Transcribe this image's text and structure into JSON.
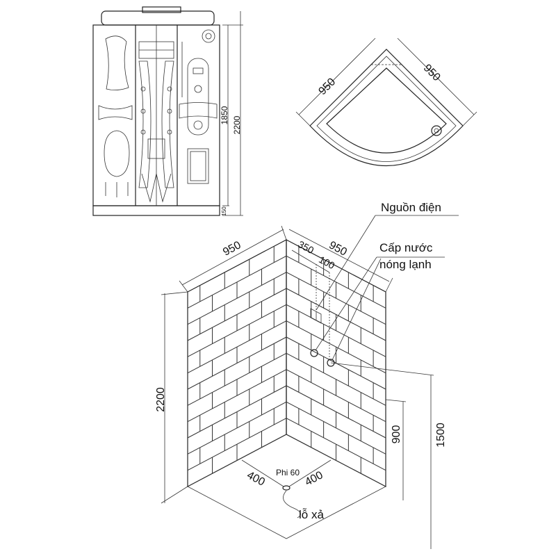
{
  "front_view": {
    "height_total": "2200",
    "height_panel": "1850",
    "height_base": "150"
  },
  "top_view": {
    "width_left": "950",
    "width_right": "950"
  },
  "iso_view": {
    "wall_left_width": "950",
    "wall_right_width": "950",
    "offset_a": "350",
    "offset_b": "100",
    "height_total": "2200",
    "height_1500": "1500",
    "height_900": "900",
    "floor_left": "400",
    "floor_right": "400",
    "drain_size": "Phi 60",
    "label_power": "Nguồn điện",
    "label_water_line1": "Cấp nước",
    "label_water_line2": "nóng lạnh",
    "label_drain": "lỗ xả"
  }
}
